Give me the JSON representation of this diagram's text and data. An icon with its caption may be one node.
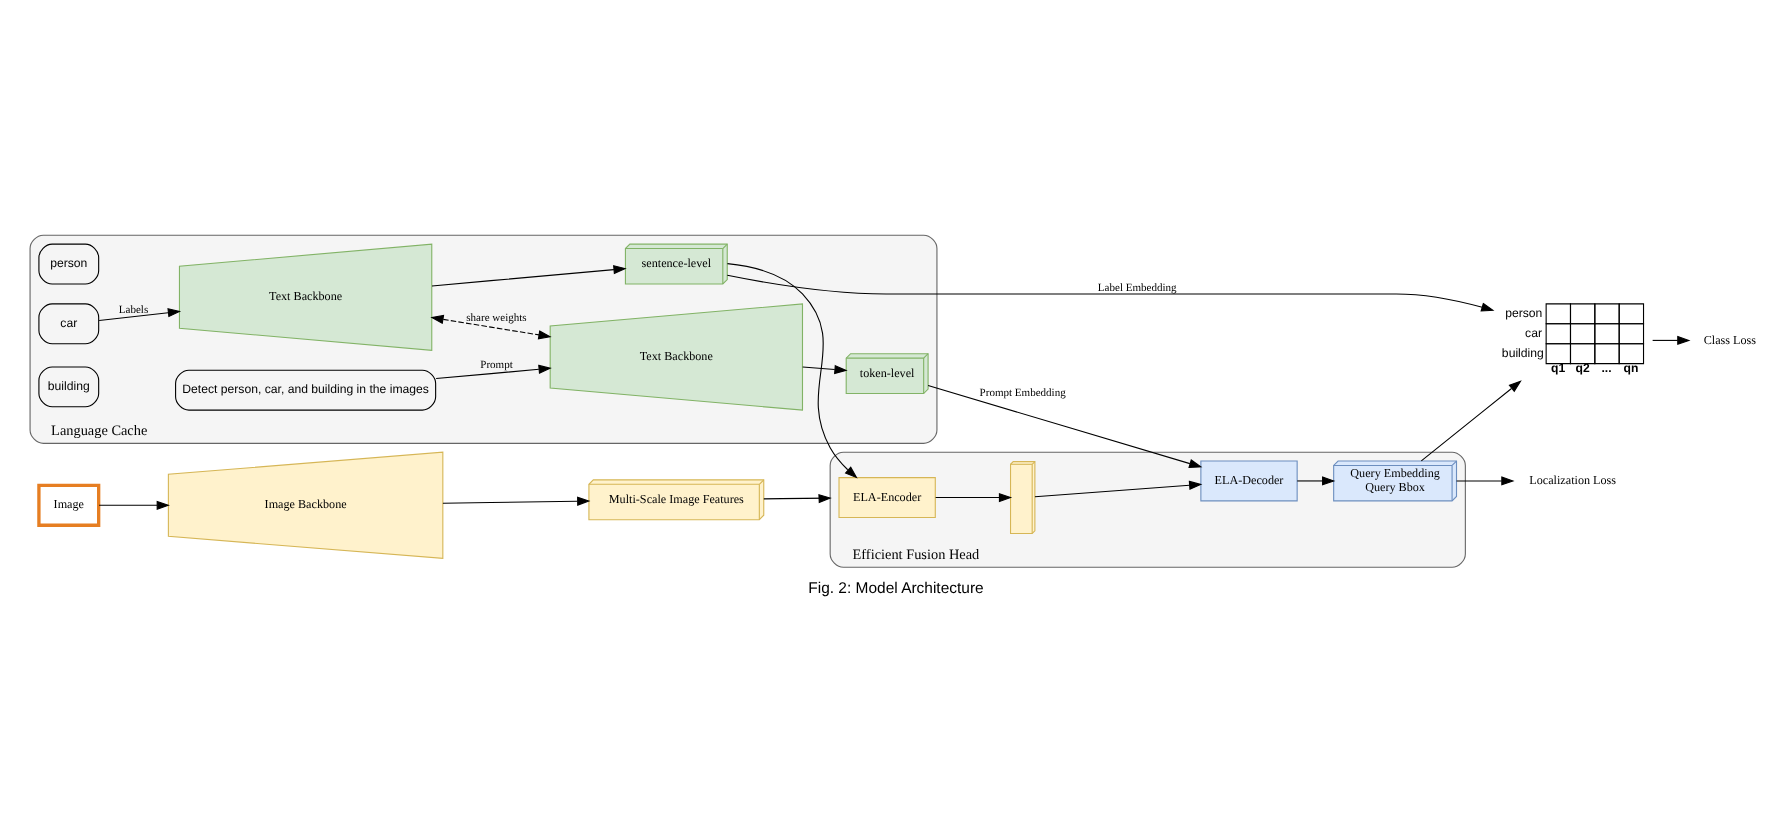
{
  "diagram": {
    "caption": "Fig. 2: Model Architecture",
    "nodes": [
      {
        "text": [
          "Language Cache"
        ]
      },
      {
        "text": [
          "person"
        ],
        "in": 0
      },
      {
        "text": [
          "car"
        ],
        "in": 0
      },
      {
        "text": [
          "building"
        ],
        "in": 0
      },
      {
        "text": [
          "Detect person, car, and building in the images"
        ],
        "in": 0
      },
      {
        "text": [
          "Text Backbone"
        ],
        "in": 0
      },
      {
        "text": [
          "Text Backbone"
        ],
        "in": 0
      },
      {
        "text": [
          "sentence-level"
        ],
        "in": 0
      },
      {
        "text": [
          "token-level"
        ],
        "in": 0
      },
      {
        "text": [
          "person",
          "car",
          "building",
          "q1",
          "q2",
          "...",
          "qn"
        ]
      },
      {
        "text": [
          "Class Loss"
        ]
      },
      {
        "text": [
          "Image"
        ]
      },
      {
        "text": [
          "Image Backbone"
        ]
      },
      {
        "text": [
          "Multi-Scale Image Features"
        ]
      },
      {
        "text": [
          "Efficient Fusion Head"
        ]
      },
      {
        "text": [
          "ELA-Encoder"
        ],
        "in": 14
      },
      {
        "text": [],
        "shape": "box",
        "in": 14
      },
      {
        "text": [
          "ELA-Decoder"
        ],
        "in": 14
      },
      {
        "text": [
          "Query Embedding",
          "Query Bbox"
        ],
        "in": 14
      },
      {
        "text": [
          "Localization Loss"
        ]
      }
    ],
    "edges": [
      {
        "from": 2,
        "to": 5,
        "arrow": "to",
        "label": "Labels"
      },
      {
        "from": 5,
        "to": 7,
        "arrow": "to"
      },
      {
        "from": 5,
        "to": 6,
        "arrow": "both",
        "style": "dashed",
        "label": "share weights"
      },
      {
        "from": 4,
        "to": 6,
        "arrow": "to",
        "label": "Prompt"
      },
      {
        "from": 6,
        "to": 8,
        "arrow": "to"
      },
      {
        "from": 7,
        "to": 9,
        "arrow": "to",
        "label": "Label Embedding"
      },
      {
        "from": 7,
        "to": 15,
        "arrow": "to"
      },
      {
        "from": 8,
        "to": 17,
        "arrow": "to",
        "label": "Prompt Embedding"
      },
      {
        "from": 9,
        "to": 10,
        "arrow": "to"
      },
      {
        "from": 11,
        "to": 12,
        "arrow": "to"
      },
      {
        "from": 12,
        "to": 13,
        "arrow": "to"
      },
      {
        "from": 13,
        "to": 14,
        "arrow": "to"
      },
      {
        "from": 15,
        "to": 16,
        "arrow": "to"
      },
      {
        "from": 16,
        "to": 17,
        "arrow": "to"
      },
      {
        "from": 17,
        "to": 18,
        "arrow": "to"
      },
      {
        "from": 18,
        "to": 9,
        "arrow": "to"
      },
      {
        "from": 18,
        "to": 19,
        "arrow": "to"
      }
    ]
  }
}
